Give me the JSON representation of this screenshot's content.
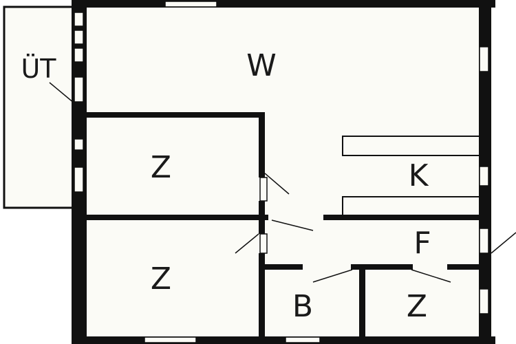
{
  "rooms": {
    "w": "W",
    "k": "K",
    "f": "F",
    "b": "B",
    "z_top": "Z",
    "z_left": "Z",
    "z_small": "Z",
    "ut": "ÜT"
  },
  "colors": {
    "wall": "#111111",
    "floor": "#fbfbf6",
    "background": "#ffffff"
  }
}
